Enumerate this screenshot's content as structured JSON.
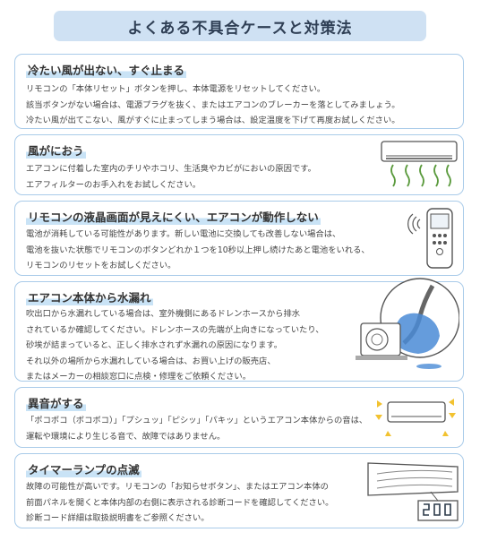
{
  "page": {
    "title": "よくある不具合ケースと対策法"
  },
  "cards": [
    {
      "heading": "冷たい風が出ない、すぐ止まる",
      "lines": [
        "リモコンの「本体リセット」ボタンを押し、本体電源をリセットしてください。",
        "該当ボタンがない場合は、電源プラグを抜く、またはエアコンのブレーカーを落としてみましょう。",
        "冷たい風が出てこない、風がすぐに止まってしまう場合は、設定温度を下げて再度お試しください。"
      ]
    },
    {
      "heading": "風がにおう",
      "lines": [
        "エアコンに付着した室内のチリやホコリ、生活臭やカビがにおいの原因です。",
        "エアフィルターのお手入れをお試しください。"
      ]
    },
    {
      "heading": "リモコンの液晶画面が見えにくい、エアコンが動作しない",
      "lines": [
        "電池が消耗している可能性があります。新しい電池に交換しても改善しない場合は、",
        "電池を抜いた状態でリモコンのボタンどれか１つを10秒以上押し続けたあと電池をいれる、",
        "リモコンのリセットをお試しください。"
      ]
    },
    {
      "heading": "エアコン本体から水漏れ",
      "lines": [
        "吹出口から水漏れしている場合は、室外機側にあるドレンホースから排水",
        "されているか確認してください。ドレンホースの先端が上向きになっていたり、",
        "砂埃が詰まっていると、正しく排水されず水漏れの原因になります。",
        "それ以外の場所から水漏れしている場合は、お買い上げの販売店、",
        "またはメーカーの相談窓口に点検・修理をご依頼ください。"
      ]
    },
    {
      "heading": "異音がする",
      "lines": [
        "「ポコポコ（ボコボコ）」「プシュッ」「ピシッ」「パキッ」というエアコン本体からの音は、",
        "運転や環境により生じる音で、故障ではありません。"
      ]
    },
    {
      "heading": "タイマーランプの点滅",
      "lines": [
        "故障の可能性が高いです。リモコンの「お知らせボタン」、またはエアコン本体の",
        "前面パネルを開くと本体内部の右側に表示される診断コードを確認してください。",
        "診断コード詳細は取扱説明書をご参照ください。"
      ]
    }
  ],
  "colors": {
    "accent": "#cfe1f3",
    "border": "#a9cbe9",
    "smell": "#5a9a3c",
    "warning": "#f2c230",
    "water": "#4a8bd6"
  }
}
